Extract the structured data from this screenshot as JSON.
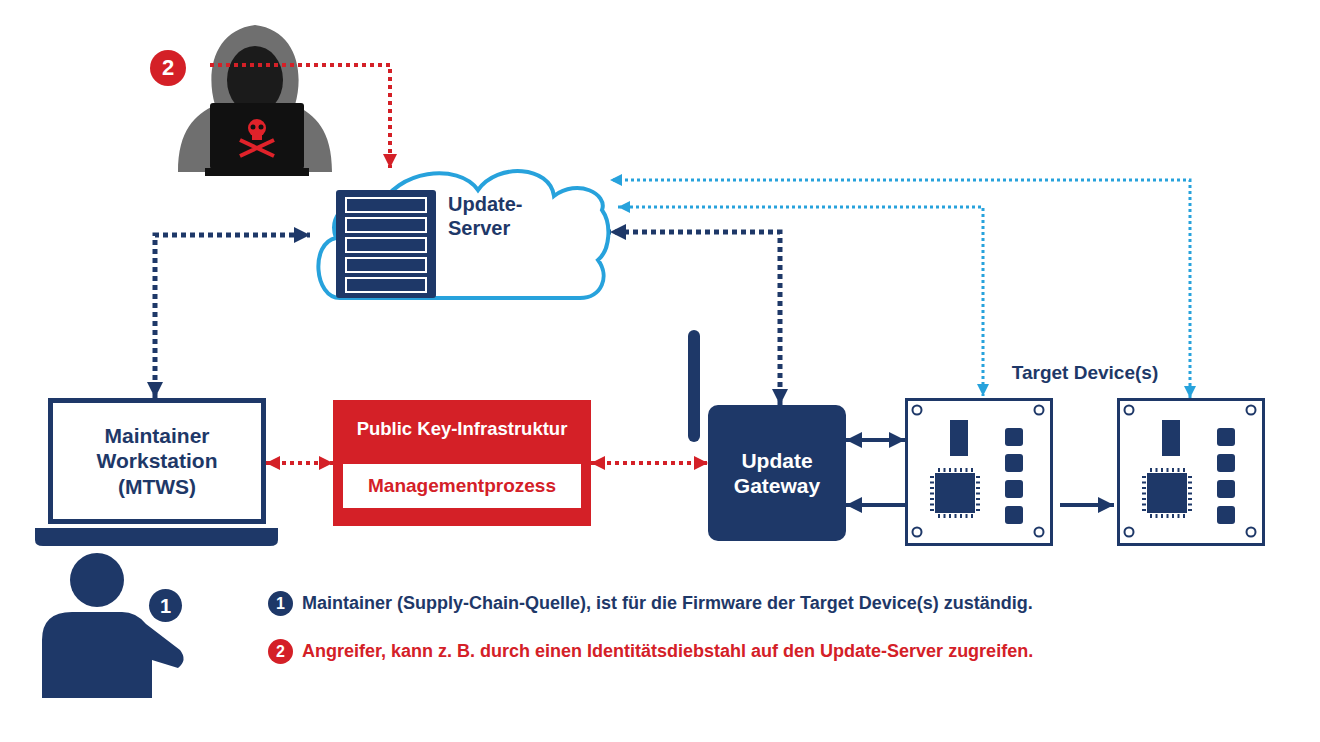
{
  "diagram": {
    "nodes": [
      {
        "text": [
          "Update- Server"
        ]
      },
      {
        "text": [
          "Maintainer Workstation (MTWS)"
        ]
      },
      {
        "text": [
          "Public Key-Infrastruktur"
        ]
      },
      {
        "text": [
          "Managementprozess"
        ],
        "in": 2
      },
      {
        "text": [
          "Update Gateway"
        ]
      },
      {
        "text": [
          "Target Device(s)"
        ]
      }
    ],
    "edges": [
      {
        "from": 1,
        "to": 0,
        "arrow": "both"
      },
      {
        "from": 4,
        "to": 0,
        "arrow": "both"
      },
      {
        "from": 5,
        "to": 0,
        "arrow": "both"
      },
      {
        "from": 1,
        "to": 2,
        "arrow": "both"
      },
      {
        "from": 2,
        "to": 4,
        "arrow": "both"
      },
      {
        "from": 4,
        "to": 5,
        "arrow": "both"
      },
      {
        "from": 5,
        "to": 4,
        "arrow": "to"
      }
    ],
    "labels": [
      "2",
      "1",
      "1",
      "Maintainer (Supply-Chain-Quelle), ist für die Firmware der Target Device(s) zuständig.",
      "2",
      "Angreifer, kann z. B. durch einen Identitätsdiebstahl auf den Update-Server zugreifen."
    ]
  }
}
